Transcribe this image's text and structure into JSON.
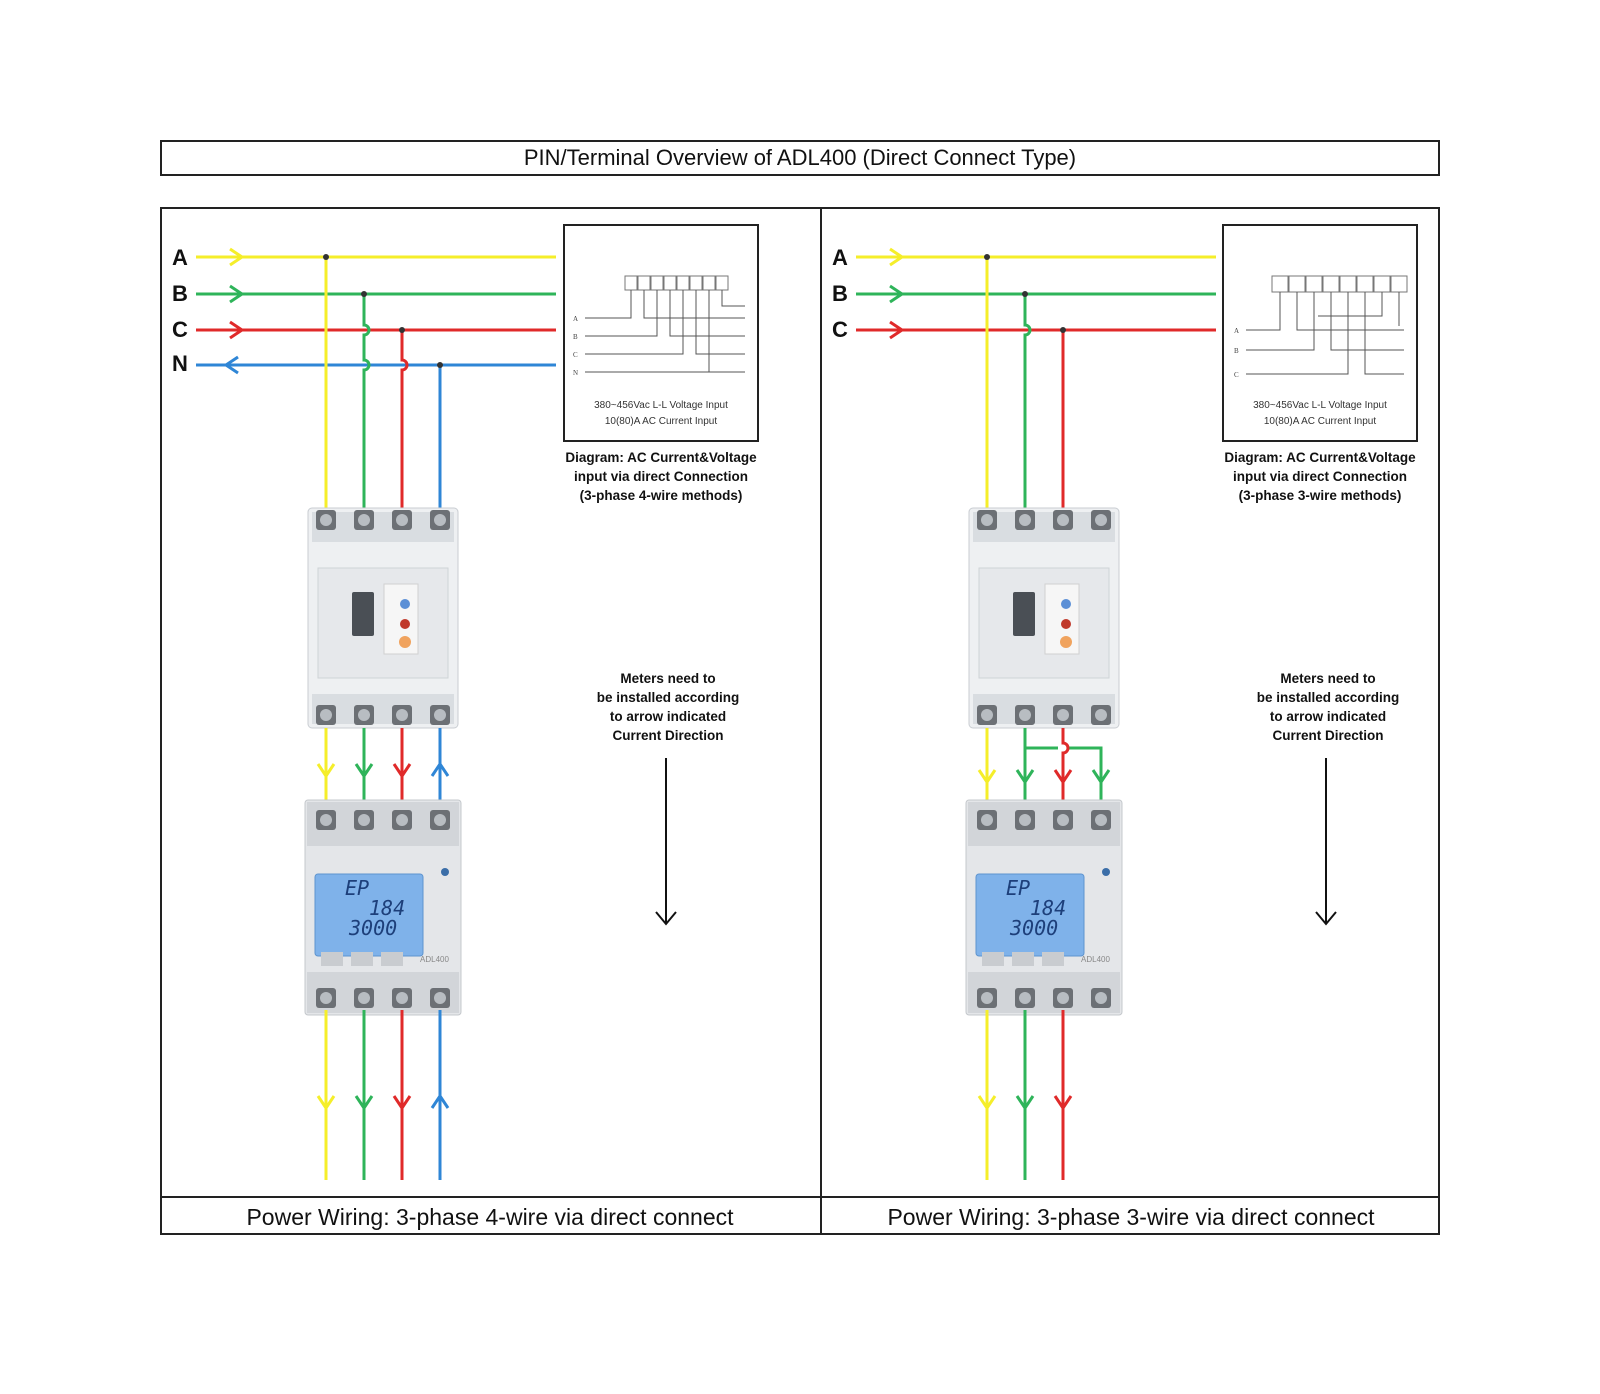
{
  "title": "PIN/Terminal Overview of ADL400 (Direct Connect Type)",
  "left_panel": {
    "caption": "Power Wiring: 3-phase 4-wire via direct connect",
    "phase_labels": [
      "A",
      "B",
      "C",
      "N"
    ],
    "diagram_inset": {
      "line1": "380~456Vac L-L Voltage Input",
      "line2": "10(80)A AC Current Input",
      "row_labels": [
        "A",
        "B",
        "C",
        "N"
      ]
    },
    "diagram_caption": [
      "Diagram: AC Current&Voltage",
      "input via direct Connection",
      "(3-phase 4-wire methods)"
    ],
    "note": [
      "Meters need to",
      "be installed according",
      "to arrow indicated",
      "Current Direction"
    ],
    "meter": {
      "screen_line1": "EP",
      "screen_line2": "184",
      "screen_line3": "3000",
      "model": "ADL400"
    }
  },
  "right_panel": {
    "caption": "Power Wiring: 3-phase 3-wire via direct connect",
    "phase_labels": [
      "A",
      "B",
      "C"
    ],
    "diagram_inset": {
      "line1": "380~456Vac L-L Voltage Input",
      "line2": "10(80)A AC Current Input",
      "row_labels": [
        "A",
        "B",
        "C"
      ]
    },
    "diagram_caption": [
      "Diagram: AC Current&Voltage",
      "input via direct Connection",
      "(3-phase 3-wire methods)"
    ],
    "note": [
      "Meters need to",
      "be installed according",
      "to arrow indicated",
      "Current Direction"
    ],
    "meter": {
      "screen_line1": "EP",
      "screen_line2": "184",
      "screen_line3": "3000",
      "model": "ADL400"
    }
  },
  "colors": {
    "phase_a": "#f5ee2a",
    "phase_b": "#2fb45a",
    "phase_c": "#e02a2a",
    "neutral": "#2f86d6"
  }
}
